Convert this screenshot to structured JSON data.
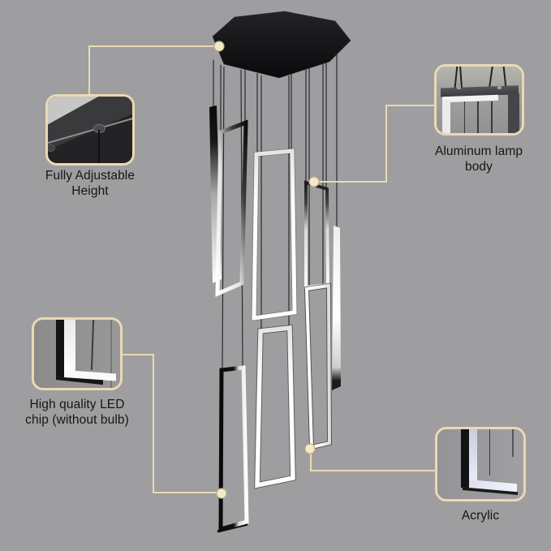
{
  "product_diagram": {
    "background_color": "#9e9ea0",
    "accent_color": "#ead9b3",
    "dot_fill_color": "#f4e8ca",
    "text_color": "#161616",
    "callouts": [
      {
        "id": "adjustable-height",
        "label_lines": [
          "Fully Adjustable",
          "Height"
        ]
      },
      {
        "id": "aluminum-body",
        "label_lines": [
          "Aluminum lamp",
          "body"
        ]
      },
      {
        "id": "led-chip",
        "label_lines": [
          "High quality LED",
          "chip (without bulb)"
        ]
      },
      {
        "id": "acrylic",
        "label_lines": [
          "Acrylic"
        ]
      }
    ]
  }
}
